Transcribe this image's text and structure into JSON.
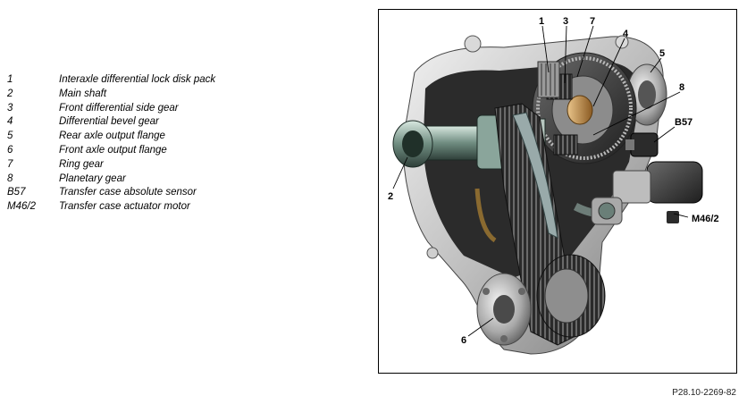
{
  "legend": {
    "items": [
      {
        "key": "1",
        "text": "Interaxle differential lock disk pack"
      },
      {
        "key": "2",
        "text": "Main shaft"
      },
      {
        "key": "3",
        "text": "Front differential side gear"
      },
      {
        "key": "4",
        "text": "Differential bevel gear"
      },
      {
        "key": "5",
        "text": "Rear axle output flange"
      },
      {
        "key": "6",
        "text": "Front axle output flange"
      },
      {
        "key": "7",
        "text": "Ring gear"
      },
      {
        "key": "8",
        "text": "Planetary gear"
      },
      {
        "key": "B57",
        "text": "Transfer case absolute sensor"
      },
      {
        "key": "M46/2",
        "text": "Transfer case actuator motor"
      }
    ]
  },
  "figure": {
    "callouts": {
      "c1": "1",
      "c3": "3",
      "c7": "7",
      "c4": "4",
      "c5": "5",
      "c8": "8",
      "cB57": "B57",
      "c2": "2",
      "cM46": "M46/2",
      "c6": "6"
    },
    "reference": "P28.10-2269-82"
  }
}
